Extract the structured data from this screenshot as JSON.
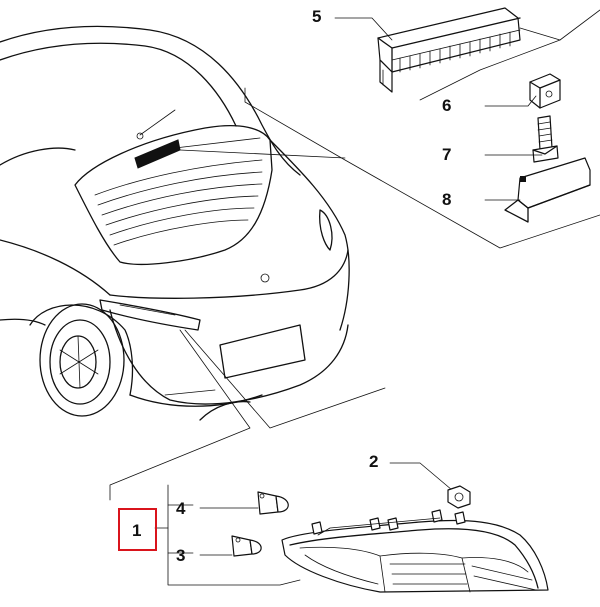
{
  "callouts": {
    "p1": "1",
    "p2": "2",
    "p3": "3",
    "p4": "4",
    "p5": "5",
    "p6": "6",
    "p7": "7",
    "p8": "8"
  },
  "colors": {
    "highlight": "#d9141c",
    "line": "#111111"
  }
}
